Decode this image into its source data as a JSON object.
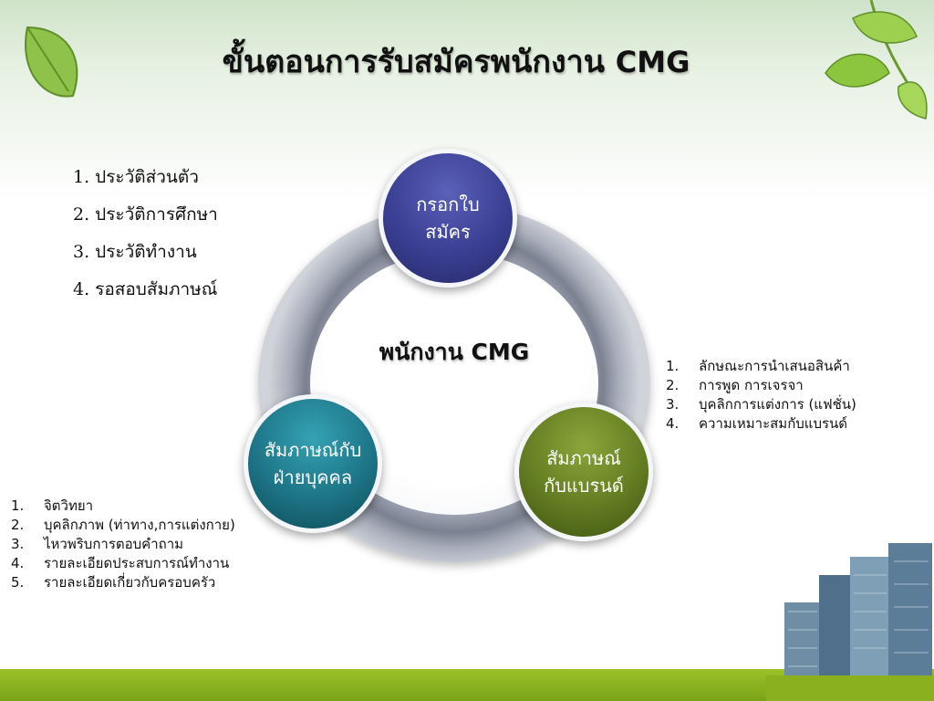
{
  "title": {
    "main": "ขั้นตอนการรับสมัครพนักงาน",
    "cmg": "CMG"
  },
  "steps": [
    "1. ประวัติส่วนตัว",
    "2. ประวัติการศึกษา",
    "3. ประวัติทำงาน",
    "4. รอสอบสัมภาษณ์"
  ],
  "center": {
    "label": "พนักงาน CMG"
  },
  "nodes": {
    "top": {
      "line1": "กรอกใบ",
      "line2": "สมัคร"
    },
    "left": {
      "line1": "สัมภาษณ์กับ",
      "line2": "ฝ่ายบุคคล"
    },
    "right": {
      "line1": "สัมภาษณ์",
      "line2": "กับแบรนด์"
    }
  },
  "brand_list": [
    {
      "num": "1.",
      "text": "ลักษณะการนำเสนอสินค้า"
    },
    {
      "num": "2.",
      "text": "การพูด การเจรจา"
    },
    {
      "num": "3.",
      "text": "บุคลิกการแต่งการ (แฟชั่น)"
    },
    {
      "num": "4.",
      "text": "ความเหมาะสมกับแบรนด์"
    }
  ],
  "hr_list": [
    {
      "num": "1.",
      "text": "จิตวิทยา"
    },
    {
      "num": "2.",
      "text": "บุคลิกภาพ (ท่าทาง,การแต่งกาย)"
    },
    {
      "num": "3.",
      "text": "ไหวพริบการตอบคำถาม"
    },
    {
      "num": "4.",
      "text": "รายละเอียดประสบการณ์ทำงาน"
    },
    {
      "num": "5.",
      "text": "รายละเอียดเกี่ยวกับครอบครัว"
    }
  ],
  "colors": {
    "node_top": "#3a3f93",
    "node_left": "#1d7486",
    "node_right": "#637c22",
    "grass": "#8ab020"
  },
  "decor": {
    "leaves": "green-leaf-icon",
    "buildings": "office-buildings-illustration"
  }
}
